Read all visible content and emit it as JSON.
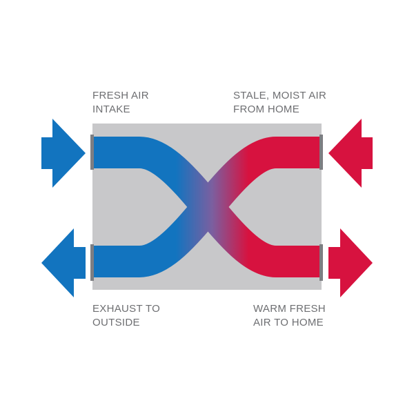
{
  "labels": {
    "fresh_air_intake": [
      "FRESH AIR",
      "INTAKE"
    ],
    "stale_moist_air": [
      "STALE, MOIST AIR",
      "FROM HOME"
    ],
    "exhaust_outside": [
      "EXHAUST TO",
      "OUTSIDE"
    ],
    "warm_fresh_air": [
      "WARM FRESH",
      "AIR TO HOME"
    ]
  },
  "colors": {
    "cold_flow": "#1274bf",
    "warm_flow": "#d7123f",
    "mixed_flow": "#7b5fa0",
    "exchanger_core": "#c8c8ca",
    "port_frame": "#7d7e82",
    "label_text": "#6d6e71"
  }
}
